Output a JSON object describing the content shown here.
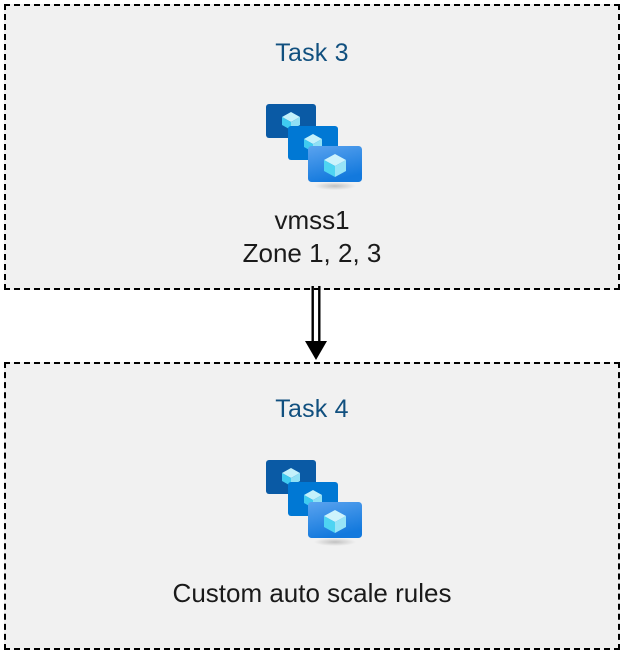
{
  "diagram": {
    "background_color": "#ffffff",
    "box_fill_color": "#f1f1f1",
    "box_border_color": "#000000",
    "title_color": "#11507f",
    "caption_color": "#1a1a1a",
    "connector_color": "#000000",
    "boxes": [
      {
        "id": "task-3",
        "title": "Task 3",
        "icon": "azure-vm-scale-set-icon",
        "captions": [
          "vmss1",
          "Zone 1, 2, 3"
        ]
      },
      {
        "id": "task-4",
        "title": "Task 4",
        "icon": "azure-vm-scale-set-icon",
        "captions": [
          "Custom auto scale rules"
        ]
      }
    ],
    "connector": {
      "name": "down-arrow",
      "from": "task-3",
      "to": "task-4",
      "style": "double-line-shaft-solid-head",
      "direction": "down"
    },
    "icon_palette": {
      "monitor_back": "#0a5aa5",
      "monitor_middle": "#0078d4",
      "monitor_front_top": "#56a0ec",
      "monitor_front_bottom": "#1a7fe0",
      "cube_top": "#c3f1fb",
      "cube_left": "#50d7f5",
      "cube_right": "#9ce6f7",
      "stand": "#b3b3b3"
    }
  }
}
